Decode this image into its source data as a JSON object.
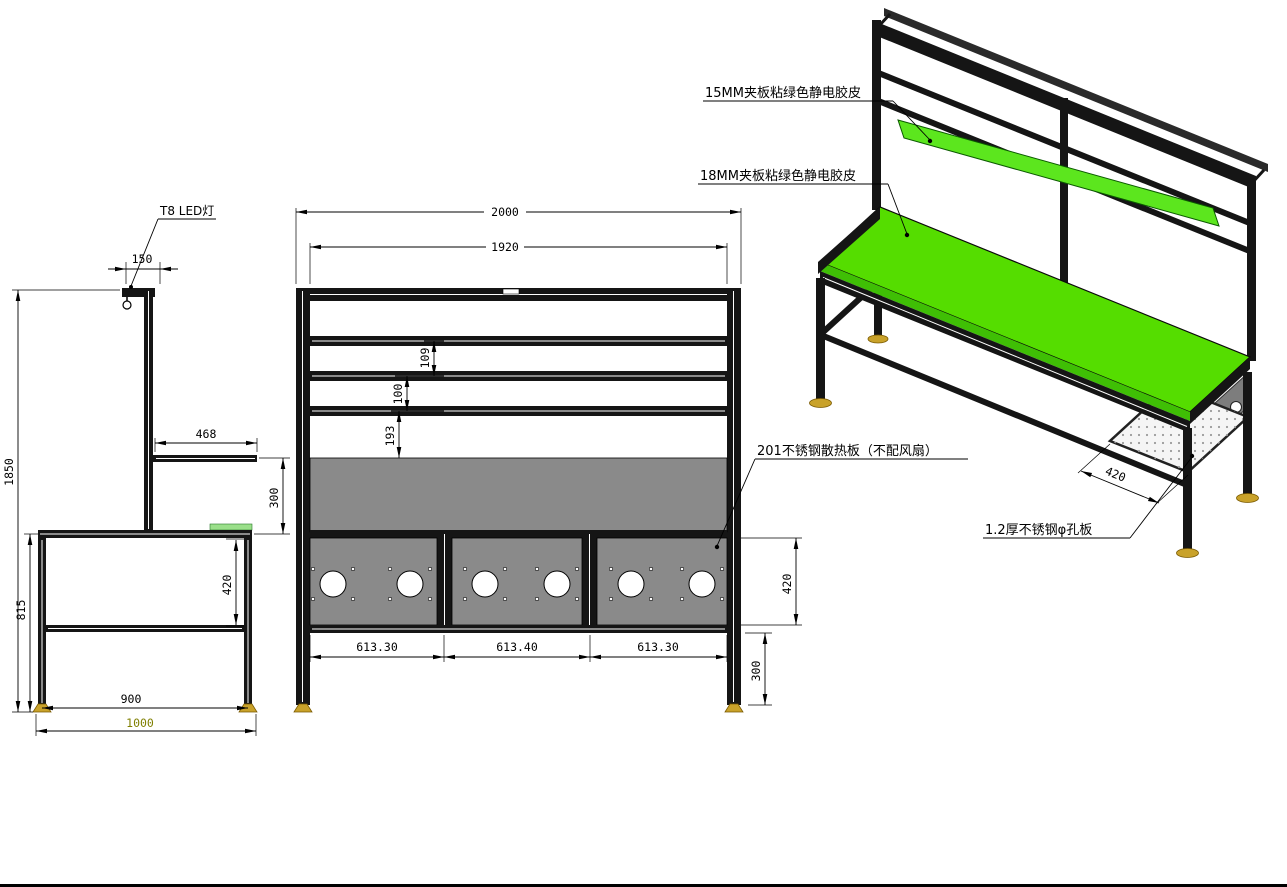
{
  "side": {
    "lamp_label": "T8 LED灯",
    "dim_150": "150",
    "dim_468": "468",
    "dim_300": "300",
    "dim_420": "420",
    "dim_1850": "1850",
    "dim_815": "815",
    "dim_900": "900",
    "dim_1000": "1000"
  },
  "front": {
    "dim_2000": "2000",
    "dim_1920": "1920",
    "dim_109": "109",
    "dim_100": "100",
    "dim_193": "193",
    "dim_613_1": "613.30",
    "dim_613_2": "613.40",
    "dim_613_3": "613.30",
    "dim_420": "420",
    "dim_300": "300",
    "annotation_heatsink": "201不锈钢散热板（不配风扇）"
  },
  "iso": {
    "ann_upper_shelf": "15MM夹板粘绿色静电胶皮",
    "ann_table_top": "18MM夹板粘绿色静电胶皮",
    "ann_perforated": "1.2厚不锈钢φ孔板",
    "dim_420": "420"
  },
  "colors": {
    "line": "#000000",
    "table_green": "#55dd00",
    "table_green_edge": "#3fbf05",
    "shelf_green": "#5ce61e",
    "panel_gray": "#8a8a8a",
    "mat_green": "#9adf8a",
    "foot": "#c9a22a",
    "olive": "#7f7f00"
  }
}
